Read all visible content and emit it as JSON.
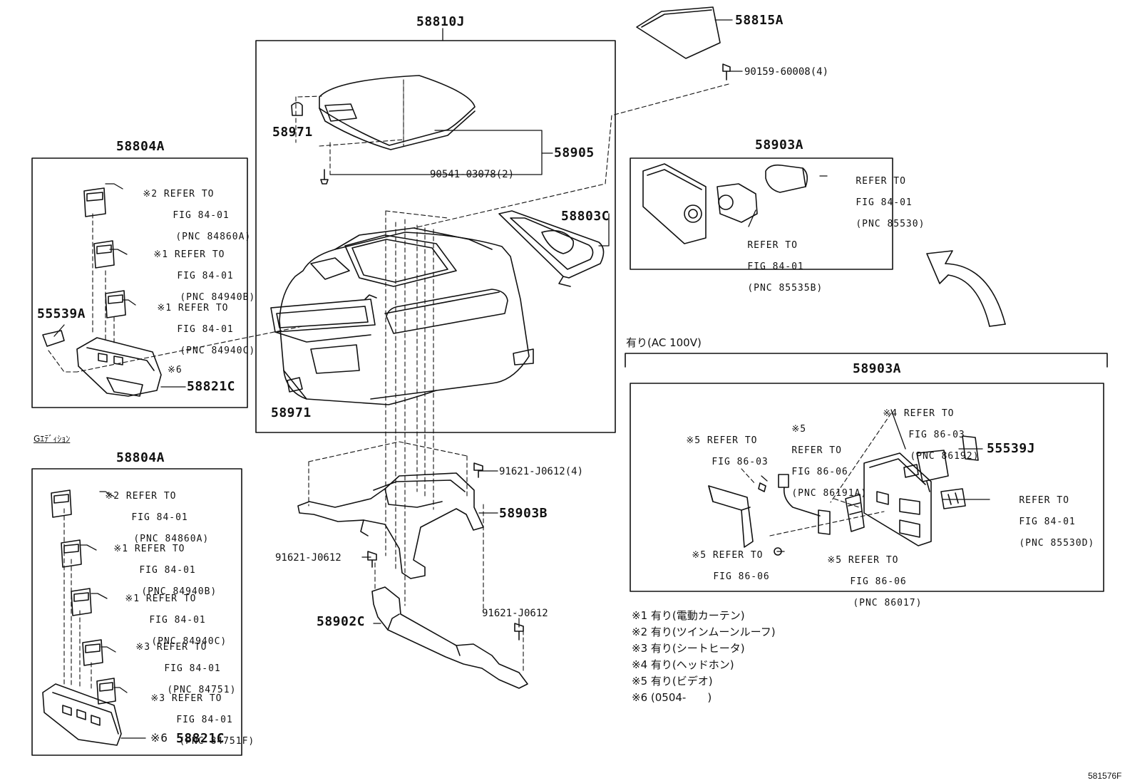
{
  "colors": {
    "ink": "#111111",
    "background": "#ffffff"
  },
  "parts": {
    "p58810J": "58810J",
    "p58815A": "58815A",
    "p90159": "90159-60008(4)",
    "p58971_top": "58971",
    "p58905": "58905",
    "p90541": "90541-03078(2)",
    "p58803C": "58803C",
    "p58971_bottom": "58971",
    "p58804A_top": "58804A",
    "p55539A": "55539A",
    "p58821C_top": "58821C",
    "p58804A_bottom": "58804A",
    "p58821C_bottom": "58821C",
    "p58903A_top": "58903A",
    "p58903A_bottom": "58903A",
    "p55539J": "55539J",
    "p91621_4": "91621-J0612(4)",
    "p58903B": "58903B",
    "p91621_left": "91621-J0612",
    "p58902C": "58902C",
    "p91621_right": "91621-J0612"
  },
  "refs": {
    "top_a": {
      "mark": "※2",
      "l1": "REFER TO",
      "l2": "FIG 84-01",
      "l3": "(PNC 84860A)"
    },
    "top_b": {
      "mark": "※1",
      "l1": "REFER TO",
      "l2": "FIG 84-01",
      "l3": "(PNC 84940B)"
    },
    "top_c": {
      "mark": "※1",
      "l1": "REFER TO",
      "l2": "FIG 84-01",
      "l3": "(PNC 84940C)"
    },
    "top_mark6": "※6",
    "bot_a": {
      "mark": "※2",
      "l1": "REFER TO",
      "l2": "FIG 84-01",
      "l3": "(PNC 84860A)"
    },
    "bot_b": {
      "mark": "※1",
      "l1": "REFER TO",
      "l2": "FIG 84-01",
      "l3": "(PNC 84940B)"
    },
    "bot_c": {
      "mark": "※1",
      "l1": "REFER TO",
      "l2": "FIG 84-01",
      "l3": "(PNC 84940C)"
    },
    "bot_d": {
      "mark": "※3",
      "l1": "REFER TO",
      "l2": "FIG 84-01",
      "l3": "(PNC 84751)"
    },
    "bot_e": {
      "mark": "※3",
      "l1": "REFER TO",
      "l2": "FIG 84-01",
      "l3": "(PNC 84751F)"
    },
    "bot_mark6": "※6",
    "r_top1": {
      "l1": "REFER TO",
      "l2": "FIG 84-01",
      "l3": "(PNC 85530)"
    },
    "r_top2": {
      "l1": "REFER TO",
      "l2": "FIG 84-01",
      "l3": "(PNC 85535B)"
    },
    "r_bot1": {
      "l1": "※4 REFER TO",
      "l2": "FIG 86-03",
      "l3": "(PNC 86192)"
    },
    "r_bot2": {
      "l1": "※5 REFER TO",
      "l2": "FIG 86-03"
    },
    "r_bot3": {
      "l1": "※5",
      "l2": "REFER TO",
      "l3": "FIG 86-06",
      "l4": "(PNC 86191A)"
    },
    "r_bot4": {
      "l1": "REFER TO",
      "l2": "FIG 84-01",
      "l3": "(PNC 85530D)"
    },
    "r_bot5": {
      "l1": "※5 REFER TO",
      "l2": "FIG 86-06"
    },
    "r_bot6": {
      "l1": "※5 REFER TO",
      "l2": "FIG 86-06",
      "l3": "(PNC 86017)"
    }
  },
  "section_labels": {
    "ac100v": "有り(AC 100V)",
    "g_edition": "Gｴﾃﾞｨｼｮﾝ"
  },
  "notes": [
    "※1 有り(電動カーテン)",
    "※2 有り(ツインムーンルーフ)",
    "※3 有り(シートヒータ)",
    "※4 有り(ヘッドホン)",
    "※5 有り(ビデオ)",
    "※6 (0504-　　)"
  ],
  "diagram_id": "581576F"
}
